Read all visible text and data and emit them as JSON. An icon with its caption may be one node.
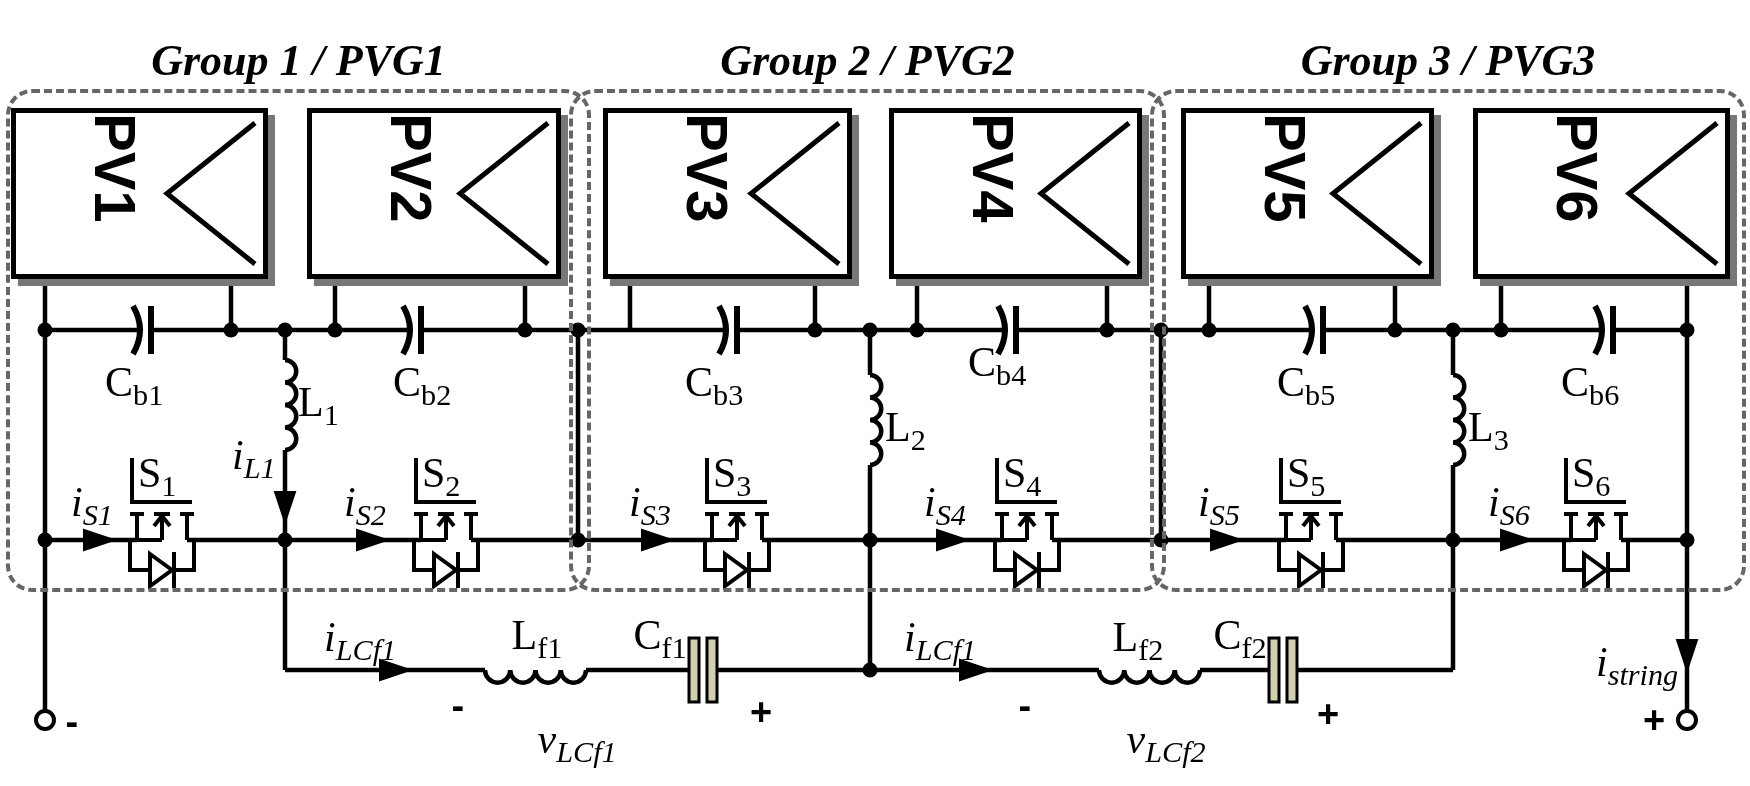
{
  "diagram": {
    "nodes": [
      {
        "text": [
          "Group 1 / PVG1"
        ]
      },
      {
        "text": [
          "PV1"
        ],
        "in": 0
      },
      {
        "text": [
          "PV2"
        ],
        "in": 0
      },
      {
        "text": [
          "Group 2 / PVG2"
        ]
      },
      {
        "text": [
          "PV3"
        ],
        "in": 3
      },
      {
        "text": [
          "PV4"
        ],
        "in": 3
      },
      {
        "text": [
          "Group 3 / PVG3"
        ]
      },
      {
        "text": [
          "PV5"
        ],
        "in": 6
      },
      {
        "text": [
          "PV6"
        ],
        "in": 6
      }
    ],
    "labels": [
      "C$_{b1}$",
      "C$_{b2}$",
      "C$_{b3}$",
      "C$_{b4}$",
      "C$_{b5}$",
      "C$_{b6}$",
      "L$_{1}$",
      "L$_{2}$",
      "L$_{3}$",
      "i$_{L1}$",
      "S$_{1}$",
      "S$_{2}$",
      "S$_{3}$",
      "S$_{4}$",
      "S$_{5}$",
      "S$_{6}$",
      "i$_{S1}$",
      "i$_{S2}$",
      "i$_{S3}$",
      "i$_{S4}$",
      "i$_{S5}$",
      "i$_{S6}$",
      "i$_{LCf1}$",
      "L$_{f1}$",
      "C$_{f1}$",
      "i$_{LCf1}$",
      "L$_{f2}$",
      "C$_{f2}$",
      "i$_{string}$",
      "-",
      "-",
      "+",
      "-",
      "+",
      "+",
      "v$_{LCf1}$",
      "v$_{LCf2}$"
    ]
  }
}
